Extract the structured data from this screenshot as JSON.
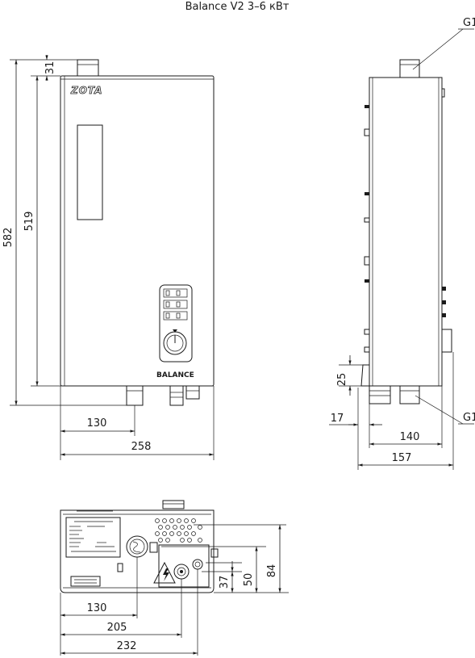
{
  "title": "Balance V2 3–6 кВт",
  "front_view": {
    "brand_logo": "ZOTA",
    "panel_label": "BALANCE",
    "dims": {
      "top_offset": "31",
      "body_height": "519",
      "total_height": "582",
      "pipe_offset": "130",
      "width": "258"
    }
  },
  "side_view": {
    "top_connection": "G1",
    "bottom_connection": "G1",
    "dims": {
      "bracket_height": "25",
      "bracket_offset": "17",
      "depth": "140",
      "total_depth": "157"
    }
  },
  "bottom_view": {
    "dims": {
      "h37": "37",
      "h50": "50",
      "h84": "84",
      "x130": "130",
      "x205": "205",
      "x232": "232"
    }
  }
}
